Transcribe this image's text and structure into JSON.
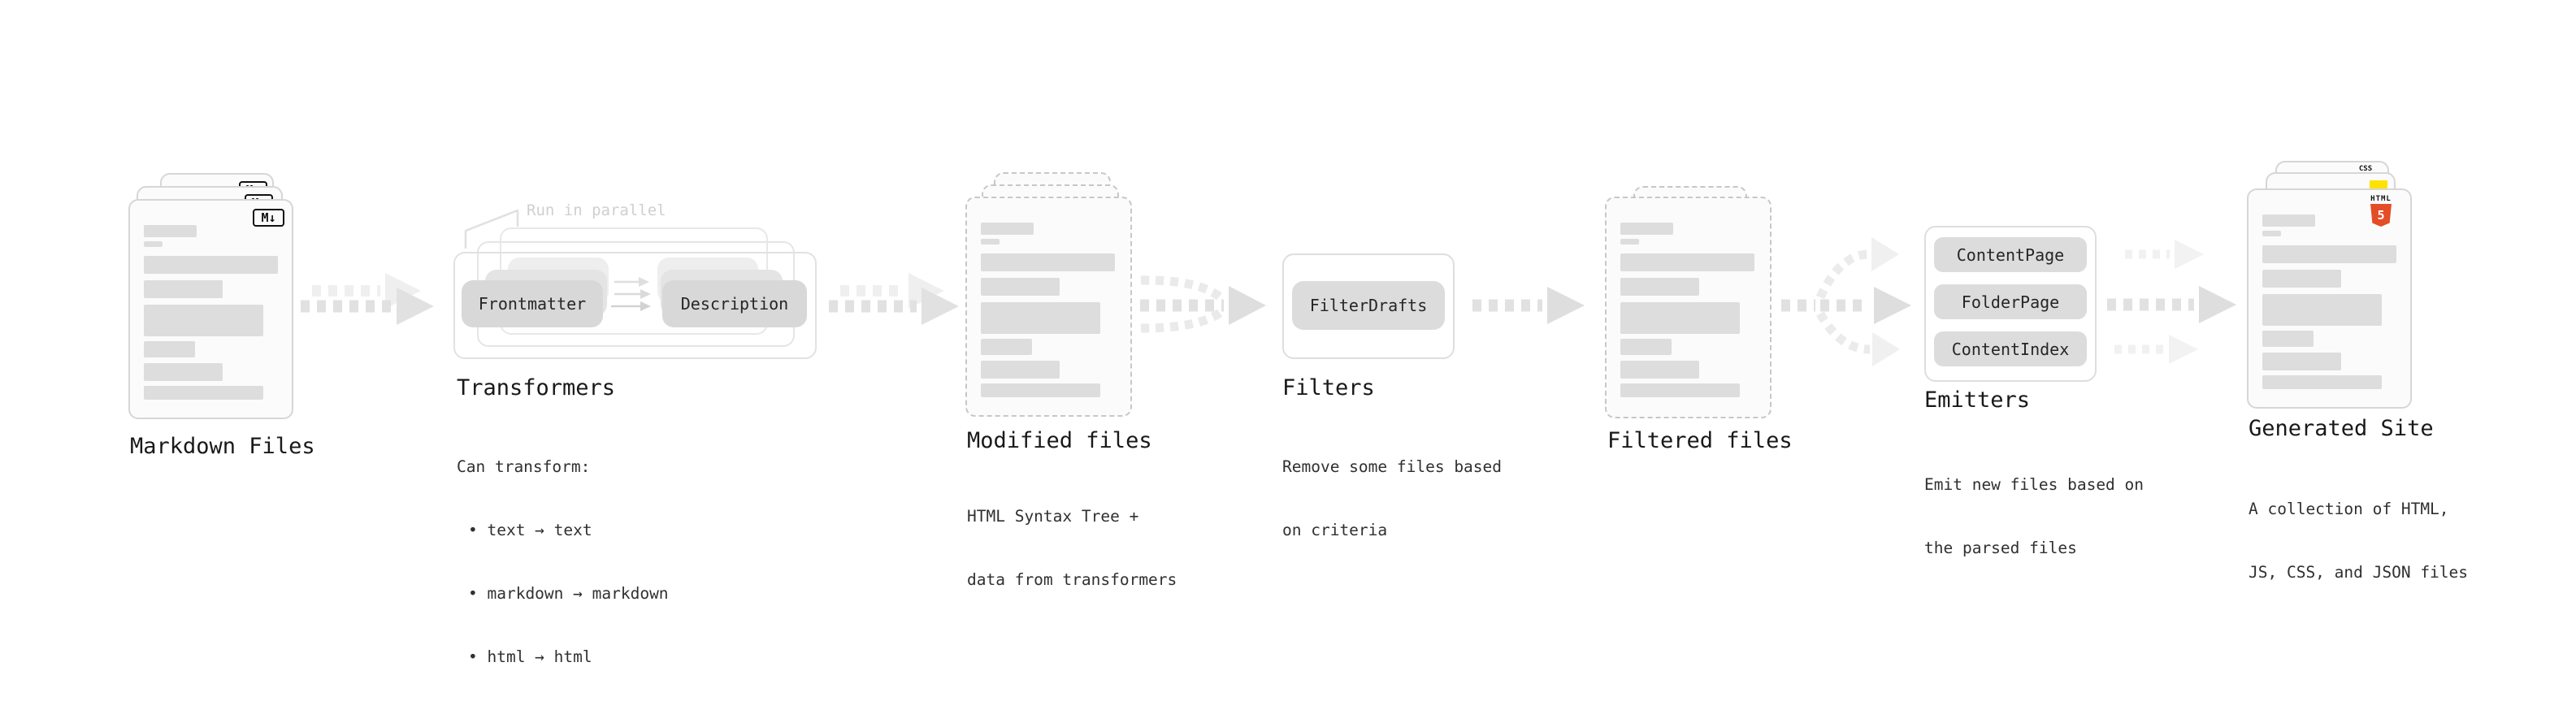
{
  "sections": {
    "markdown_files": {
      "label": "Markdown Files",
      "file_badge": "M↓"
    },
    "transformers": {
      "label": "Transformers",
      "annotation": "Run in parallel",
      "pill_left": "Frontmatter",
      "pill_right": "Description",
      "note_title": "Can transform:",
      "bullets": [
        "text → text",
        "markdown → markdown",
        "html → html"
      ]
    },
    "modified_files": {
      "label": "Modified files",
      "note_line1": "HTML Syntax Tree +",
      "note_line2": "data from transformers"
    },
    "filters": {
      "label": "Filters",
      "pill": "FilterDrafts",
      "note_line1": "Remove some files based",
      "note_line2": "on criteria"
    },
    "filtered_files": {
      "label": "Filtered files"
    },
    "emitters": {
      "label": "Emitters",
      "pills": [
        "ContentPage",
        "FolderPage",
        "ContentIndex"
      ],
      "note_line1": "Emit new files based on",
      "note_line2": "the parsed files"
    },
    "generated_site": {
      "label": "Generated Site",
      "note_line1": "A collection of HTML,",
      "note_line2": "JS, CSS, and JSON files",
      "css_badge": "CSS",
      "html5_badge_top": "HTML",
      "html5_badge_number": "5"
    }
  },
  "colors": {
    "html5_orange": "#e44d26",
    "js_yellow": "#ffe200",
    "css_blue": "#2f6cf6"
  }
}
